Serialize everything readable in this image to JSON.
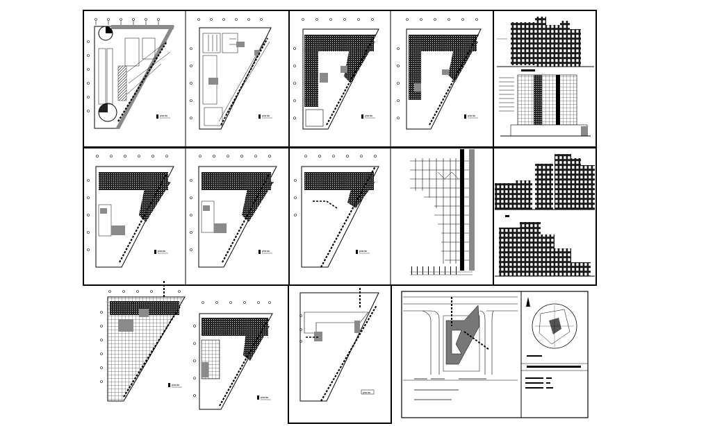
{
  "sheet": {
    "background": "#ffffff",
    "ink": "#000000",
    "accent_gray": "#8a8a8a",
    "panels": [
      {
        "id": "plan-basement",
        "kind": "floor-plan",
        "caption": "planta"
      },
      {
        "id": "plan-ground",
        "kind": "floor-plan",
        "caption": "planta"
      },
      {
        "id": "plan-level-1",
        "kind": "floor-plan",
        "caption": "planta"
      },
      {
        "id": "plan-level-2",
        "kind": "floor-plan",
        "caption": "planta"
      },
      {
        "id": "elevation-section",
        "kind": "elevation"
      },
      {
        "id": "plan-level-3",
        "kind": "floor-plan",
        "caption": "planta"
      },
      {
        "id": "plan-level-4",
        "kind": "floor-plan",
        "caption": "planta"
      },
      {
        "id": "plan-level-5",
        "kind": "floor-plan",
        "caption": "planta"
      },
      {
        "id": "section-detail",
        "kind": "section"
      },
      {
        "id": "elevations-towers",
        "kind": "elevation"
      },
      {
        "id": "plan-structure",
        "kind": "floor-plan",
        "caption": "planta"
      },
      {
        "id": "plan-level-6",
        "kind": "floor-plan",
        "caption": "planta"
      },
      {
        "id": "plan-roof",
        "kind": "floor-plan",
        "caption": "planta"
      },
      {
        "id": "site-plan",
        "kind": "site-plan"
      }
    ]
  }
}
